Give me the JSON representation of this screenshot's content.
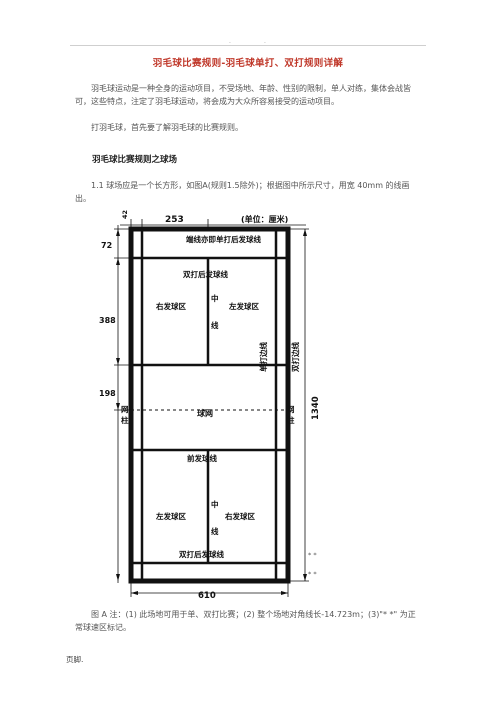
{
  "header": {
    "dot_left": ".",
    "dot_right": "."
  },
  "title": "羽毛球比赛规则-羽毛球单打、双打规则详解",
  "intro_1": "羽毛球运动是一种全身的运动项目，不受场地、年龄、性别的限制，单人对练，集体会战皆可，这些特点，注定了羽毛球运动，将会成为大众所容易接受的运动项目。",
  "intro_2": "打羽毛球，首先要了解羽毛球的比赛规则。",
  "section_heading": "羽毛球比赛规则之球场",
  "rule_1_1": "1.1 球场应是一个长方形，如图A(规则1.5除外)；根据图中所示尺寸，用宽 40mm 的线画出。",
  "diagram": {
    "unit_label": "(单位：厘米)",
    "dim_42": "42",
    "dim_253": "253",
    "dim_72": "72",
    "dim_388": "388",
    "dim_198": "198",
    "dim_1340": "1340",
    "dim_610": "610",
    "back_line_label": "端线亦即单打后发球线",
    "doubles_long_service_top": "双打后发球线",
    "right_service_top": "右发球区",
    "left_service_top": "左发球区",
    "center_line_top_1": "中",
    "center_line_top_2": "线",
    "singles_sideline": "单打边线",
    "doubles_sideline": "双打边线",
    "net_label": "球网",
    "post_left_1": "网",
    "post_left_2": "柱",
    "post_right_1": "网",
    "post_right_2": "柱",
    "short_service_bottom": "前发球线",
    "left_service_bottom": "左发球区",
    "right_service_bottom": "右发球区",
    "center_line_bottom_1": "中",
    "center_line_bottom_2": "线",
    "doubles_long_service_bottom": "双打后发球线",
    "star_1": "* *",
    "star_2": "* *"
  },
  "caption": "图 A 注：(1) 此场地可用于单、双打比赛；(2) 整个场地对角线长-14.723m；(3)\"* *\" 为正常球速区标记。",
  "footer": "页脚."
}
